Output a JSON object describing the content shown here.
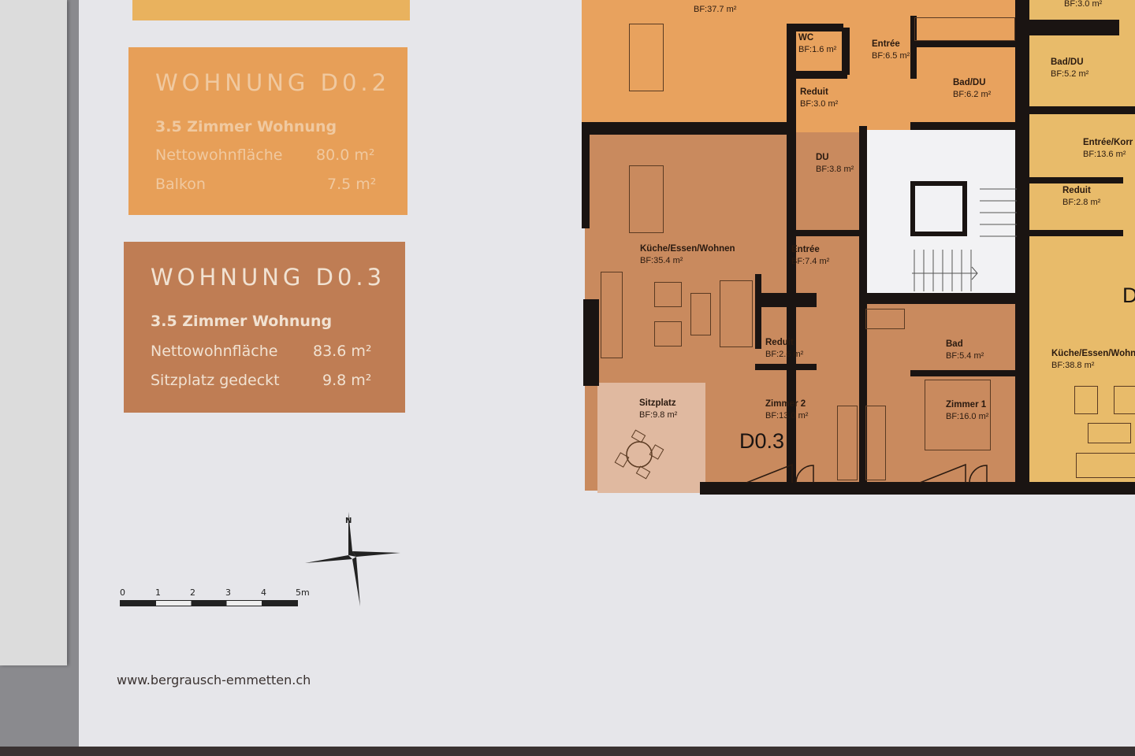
{
  "cards": [
    {
      "title": "WOHNUNG D0.2",
      "subtitle": "3.5 Zimmer Wohnung",
      "rows": [
        {
          "label": "Nettowohnfläche",
          "value": "80.0 m²"
        },
        {
          "label": "Balkon",
          "value": "7.5 m²"
        }
      ]
    },
    {
      "title": "WOHNUNG D0.3",
      "subtitle": "3.5 Zimmer Wohnung",
      "rows": [
        {
          "label": "Nettowohnfläche",
          "value": "83.6 m²"
        },
        {
          "label": "Sitzplatz gedeckt",
          "value": "9.8 m²"
        }
      ]
    }
  ],
  "rooms": [
    {
      "name": "",
      "area": "BF:37.7 m²"
    },
    {
      "name": "WC",
      "area": "BF:1.6 m²"
    },
    {
      "name": "Entrée",
      "area": "BF:6.5 m²"
    },
    {
      "name": "Reduit",
      "area": "BF:3.0 m²"
    },
    {
      "name": "Bad/DU",
      "area": "BF:6.2 m²"
    },
    {
      "name": "",
      "area": "BF:3.0 m²"
    },
    {
      "name": "Bad/DU",
      "area": "BF:5.2 m²"
    },
    {
      "name": "Entrée/Korr",
      "area": "BF:13.6 m²"
    },
    {
      "name": "Reduit",
      "area": "BF:2.8 m²"
    },
    {
      "name": "DU",
      "area": "BF:3.8 m²"
    },
    {
      "name": "Küche/Essen/Wohnen",
      "area": "BF:35.4 m²"
    },
    {
      "name": "Entrée",
      "area": "BF:7.4 m²"
    },
    {
      "name": "Reduit",
      "area": "BF:2.6 m²"
    },
    {
      "name": "Bad",
      "area": "BF:5.4 m²"
    },
    {
      "name": "Sitzplatz",
      "area": "BF:9.8 m²"
    },
    {
      "name": "Zimmer 2",
      "area": "BF:13.0 m²"
    },
    {
      "name": "Zimmer 1",
      "area": "BF:16.0 m²"
    },
    {
      "name": "Küche/Essen/Wohn",
      "area": "BF:38.8 m²"
    }
  ],
  "unit_label": "D0.3",
  "right_unit_letter": "D",
  "scale_bar": {
    "ticks": [
      "0",
      "1",
      "2",
      "3",
      "4",
      "5m"
    ]
  },
  "compass": {
    "north": "N"
  },
  "footer_url": "www.bergrausch-emmetten.ch",
  "colors": {
    "unit_d02": "#e8a25e",
    "unit_d03": "#c98a5e",
    "sitzplatz": "#e0b9a0",
    "right_unit": "#e8bb6a",
    "walls": "#1a1412"
  }
}
